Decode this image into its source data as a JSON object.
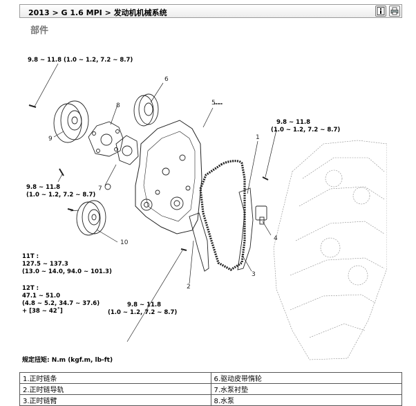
{
  "header": {
    "breadcrumb": "2013 > G 1.6 MPI > 发动机机械系统"
  },
  "section_title": "部件",
  "callouts": {
    "torque_top_left": "9.8 ~ 11.8 (1.0 ~ 1.2, 7.2 ~ 8.7)",
    "torque_right_1": "9.8 ~ 11.8",
    "torque_right_2": "(1.0 ~ 1.2, 7.2 ~ 8.7)",
    "torque_left_1": "9.8 ~ 11.8",
    "torque_left_2": "(1.0 ~ 1.2, 7.2 ~ 8.7)",
    "t11_a": "11T :",
    "t11_b": "127.5 ~ 137.3",
    "t11_c": "(13.0 ~ 14.0, 94.0 ~ 101.3)",
    "t12_a": "12T :",
    "t12_b": "47.1 ~ 51.0",
    "t12_c": "(4.8 ~ 5.2, 34.7 ~ 37.6)",
    "t12_d": "+ [38 ~ 42˚]",
    "torque_bottom_1": "9.8 ~ 11.8",
    "torque_bottom_2": "(1.0 ~ 1.2, 7.2 ~ 8.7)",
    "torque_unit": "规定扭矩: N.m (kgf.m, lb-ft)"
  },
  "part_numbers": [
    "1",
    "2",
    "3",
    "4",
    "5",
    "6",
    "7",
    "8",
    "9",
    "10"
  ],
  "legend": {
    "rows": [
      [
        "1.正时链条",
        "6.驱动皮带惰轮"
      ],
      [
        "2.正时链导轨",
        "7.水泵衬垫"
      ],
      [
        "3.正时链臂",
        "8.水泵"
      ]
    ]
  }
}
